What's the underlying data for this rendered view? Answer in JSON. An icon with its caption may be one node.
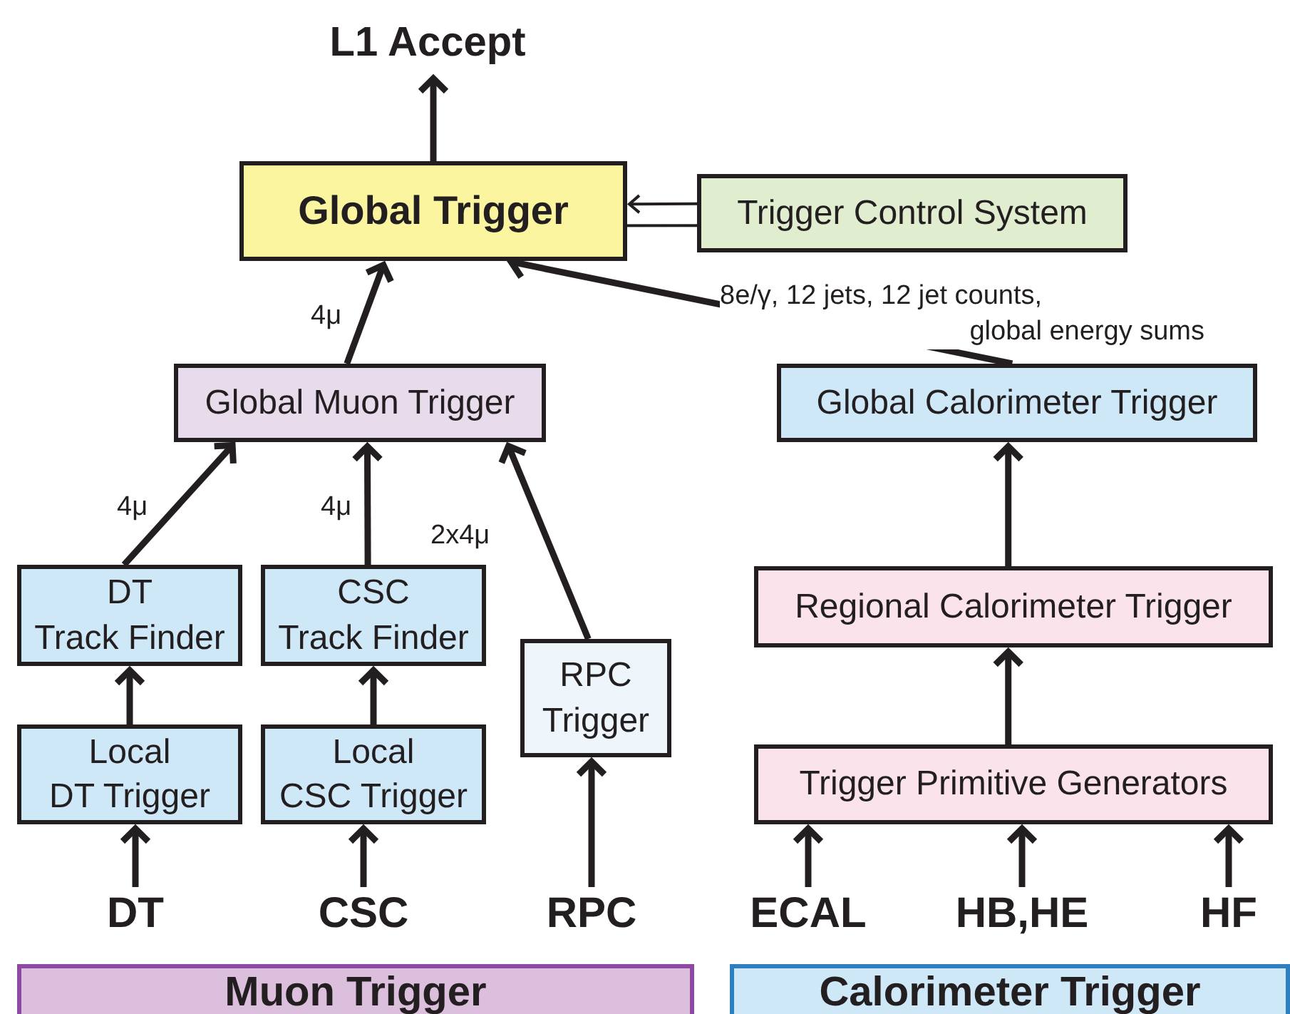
{
  "diagram": {
    "nodes": [
      {
        "text": [
          "L1 Accept"
        ]
      },
      {
        "text": [
          "Global Trigger"
        ]
      },
      {
        "text": [
          "Trigger Control System"
        ]
      },
      {
        "text": [
          "Global Muon Trigger"
        ]
      },
      {
        "text": [
          "Global Calorimeter Trigger"
        ]
      },
      {
        "text": [
          "DT Track Finder"
        ]
      },
      {
        "text": [
          "CSC Track Finder"
        ]
      },
      {
        "text": [
          "RPC Trigger"
        ]
      },
      {
        "text": [
          "Regional Calorimeter Trigger"
        ]
      },
      {
        "text": [
          "Local DT Trigger"
        ]
      },
      {
        "text": [
          "Local CSC Trigger"
        ]
      },
      {
        "text": [
          "Trigger Primitive Generators"
        ]
      },
      {
        "text": [
          "DT"
        ]
      },
      {
        "text": [
          "CSC"
        ]
      },
      {
        "text": [
          "RPC"
        ]
      },
      {
        "text": [
          "ECAL"
        ]
      },
      {
        "text": [
          "HB,HE"
        ]
      },
      {
        "text": [
          "HF"
        ]
      },
      {
        "text": [
          "Muon Trigger"
        ]
      },
      {
        "text": [
          "Calorimeter Trigger"
        ]
      }
    ],
    "edges": [
      {
        "from": 1,
        "to": 0,
        "arrow": "to"
      },
      {
        "from": 2,
        "to": 1,
        "arrow": "to"
      },
      {
        "from": 1,
        "to": 2,
        "arrow": "to"
      },
      {
        "from": 3,
        "to": 1,
        "arrow": "to",
        "label": "4μ"
      },
      {
        "from": 4,
        "to": 1,
        "arrow": "to",
        "label": "8e/γ, 12 jets, 12 jet counts, global energy sums"
      },
      {
        "from": 5,
        "to": 3,
        "arrow": "to",
        "label": "4μ"
      },
      {
        "from": 6,
        "to": 3,
        "arrow": "to",
        "label": "4μ"
      },
      {
        "from": 7,
        "to": 3,
        "arrow": "to",
        "label": "2x4μ"
      },
      {
        "from": 8,
        "to": 4,
        "arrow": "to"
      },
      {
        "from": 9,
        "to": 5,
        "arrow": "to"
      },
      {
        "from": 10,
        "to": 6,
        "arrow": "to"
      },
      {
        "from": 11,
        "to": 8,
        "arrow": "to"
      },
      {
        "from": 12,
        "to": 9,
        "arrow": "to"
      },
      {
        "from": 13,
        "to": 10,
        "arrow": "to"
      },
      {
        "from": 14,
        "to": 7,
        "arrow": "to"
      },
      {
        "from": 15,
        "to": 11,
        "arrow": "to"
      },
      {
        "from": 16,
        "to": 11,
        "arrow": "to"
      },
      {
        "from": 17,
        "to": 11,
        "arrow": "to"
      }
    ]
  }
}
